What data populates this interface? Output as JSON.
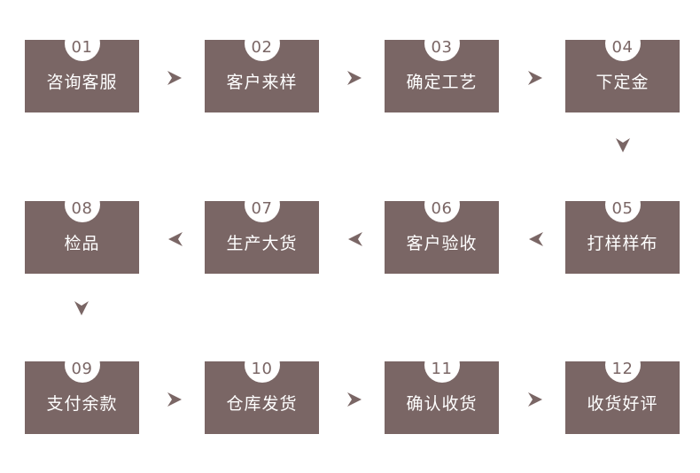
{
  "colors": {
    "box": "#7a6665",
    "number": "#7a6665",
    "arrow": "#7a6665",
    "label": "#ffffff"
  },
  "steps": [
    {
      "num": "01",
      "label": "咨询客服"
    },
    {
      "num": "02",
      "label": "客户来样"
    },
    {
      "num": "03",
      "label": "确定工艺"
    },
    {
      "num": "04",
      "label": "下定金"
    },
    {
      "num": "05",
      "label": "打样样布"
    },
    {
      "num": "06",
      "label": "客户验收"
    },
    {
      "num": "07",
      "label": "生产大货"
    },
    {
      "num": "08",
      "label": "检品"
    },
    {
      "num": "09",
      "label": "支付余款"
    },
    {
      "num": "10",
      "label": "仓库发货"
    },
    {
      "num": "11",
      "label": "确认收货"
    },
    {
      "num": "12",
      "label": "收货好评"
    }
  ]
}
